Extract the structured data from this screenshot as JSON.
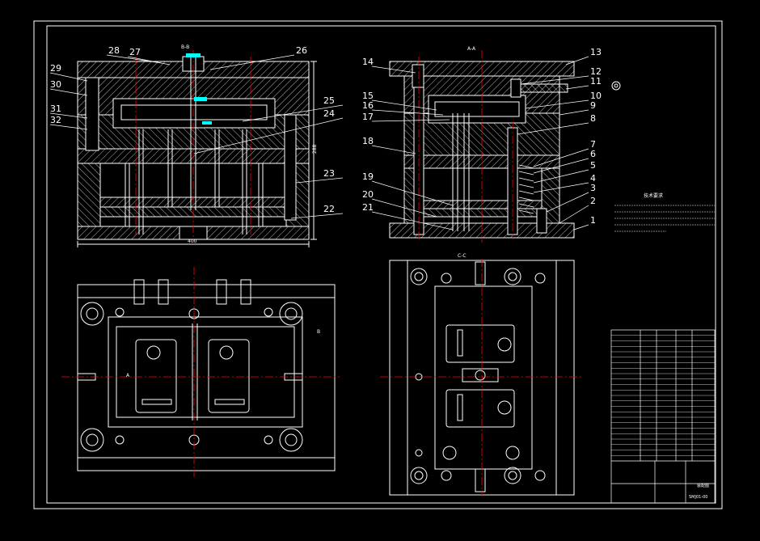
{
  "colors": {
    "background": "#000000",
    "line": "#ffffff",
    "centerline": "#ff0000",
    "dimension": "#00ffff",
    "text": "#ffffff"
  },
  "views": {
    "top_left_label": "B-B",
    "top_right_label": "A-A",
    "bottom_right_label": "C-C",
    "bottom_left_label": "",
    "overall_width_dim": "400",
    "overall_height_dim": "288"
  },
  "callouts_left": [
    "28",
    "27",
    "26",
    "29",
    "30",
    "31",
    "32",
    "25",
    "24",
    "23",
    "22"
  ],
  "callouts_right": [
    "14",
    "13",
    "12",
    "11",
    "10",
    "9",
    "8",
    "15",
    "16",
    "17",
    "18",
    "7",
    "6",
    "5",
    "4",
    "19",
    "20",
    "3",
    "21",
    "2",
    "1"
  ],
  "notes_title": "技术要求",
  "section_marks": {
    "a": "A",
    "b": "B"
  },
  "title_block": {
    "drawing_name": "装配图",
    "drawing_no": "SMJ01-00",
    "rows": 24
  }
}
